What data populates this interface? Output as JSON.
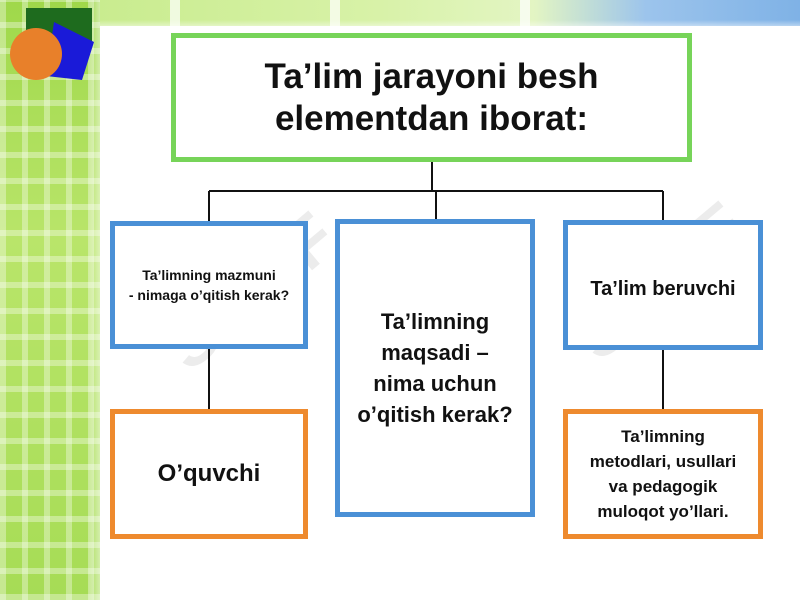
{
  "title": "Ta’lim jarayoni besh elementdan iborat:",
  "elements": {
    "content": "Ta’limning mazmuni - nimaga o’qitish kerak?",
    "purpose": "Ta’limning maqsadi – nima uchun o’qitish kerak?",
    "teacher": "Ta’lim beruvchi",
    "student": "O’quvchi",
    "methods": "Ta’limning metodlari, usullari va pedagogik muloqot yo’llari."
  },
  "lines": {
    "title": [
      "Ta’lim jarayoni besh",
      "elementdan iborat:"
    ],
    "content": [
      "Ta’limning mazmuni",
      "- nimaga o’qitish kerak?"
    ],
    "purpose": [
      "Ta’limning",
      "maqsadi –",
      "nima uchun",
      "o’qitish kerak?"
    ],
    "methods": [
      "Ta’limning",
      "metodlari, usullari",
      "va pedagogik",
      "muloqot yo’llari."
    ]
  },
  "watermark": "SOFF",
  "colors": {
    "title_border": "#77d459",
    "blue_border": "#4a90d6",
    "orange_border": "#ee8a2e",
    "connector": "#111111"
  }
}
